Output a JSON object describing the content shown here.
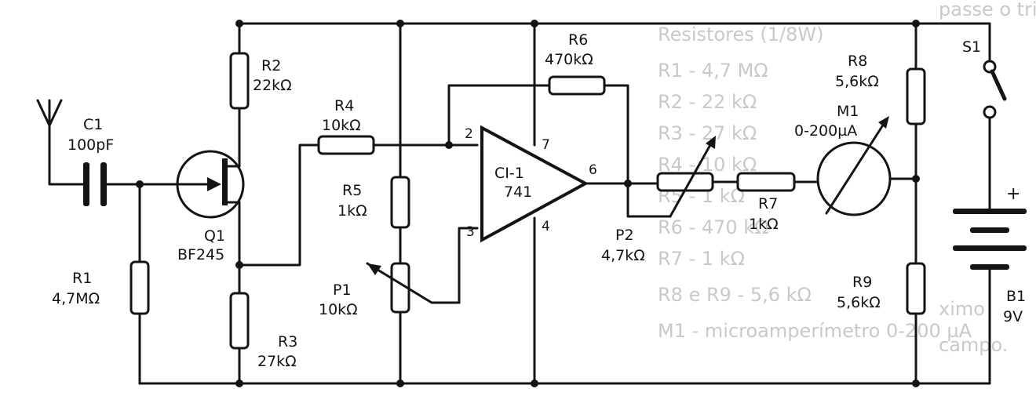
{
  "components": {
    "c1": {
      "ref": "C1",
      "value": "100pF"
    },
    "q1": {
      "ref": "Q1",
      "value": "BF245"
    },
    "r1": {
      "ref": "R1",
      "value": "4,7MΩ"
    },
    "r2": {
      "ref": "R2",
      "value": "22kΩ"
    },
    "r3": {
      "ref": "R3",
      "value": "27kΩ"
    },
    "r4": {
      "ref": "R4",
      "value": "10kΩ"
    },
    "r5": {
      "ref": "R5",
      "value": "1kΩ"
    },
    "p1": {
      "ref": "P1",
      "value": "10kΩ"
    },
    "r6": {
      "ref": "R6",
      "value": "470kΩ"
    },
    "ic1": {
      "ref": "CI-1",
      "value": "741"
    },
    "p2": {
      "ref": "P2",
      "value": "4,7kΩ"
    },
    "r7": {
      "ref": "R7",
      "value": "1kΩ"
    },
    "m1": {
      "ref": "M1",
      "value": "0-200µA"
    },
    "r8": {
      "ref": "R8",
      "value": "5,6kΩ"
    },
    "r9": {
      "ref": "R9",
      "value": "5,6kΩ"
    },
    "s1": {
      "ref": "S1"
    },
    "b1": {
      "ref": "B1",
      "value": "9V",
      "polarity": "+"
    }
  },
  "pins": {
    "in_inv": "2",
    "v_plus": "7",
    "in_noninv": "3",
    "v_minus": "4",
    "out": "6"
  },
  "bleed_text": {
    "lines": [
      "passe o triq",
      "Resistores (1/8W)",
      "R1 - 4,7 MΩ",
      "R2 - 22 kΩ",
      "R3 - 27 kΩ",
      "R4 - 10 kΩ",
      "R5 - 1 kΩ",
      "R6 - 470 kΩ",
      "R7 - 1 kΩ",
      "R8 e R9 - 5,6 kΩ",
      "M1 - microamperímetro 0-200 µA",
      "ximo",
      "campo."
    ]
  },
  "colors": {
    "ink": "#141414",
    "paper": "#ffffff",
    "bleed": "#c9c9c9"
  }
}
